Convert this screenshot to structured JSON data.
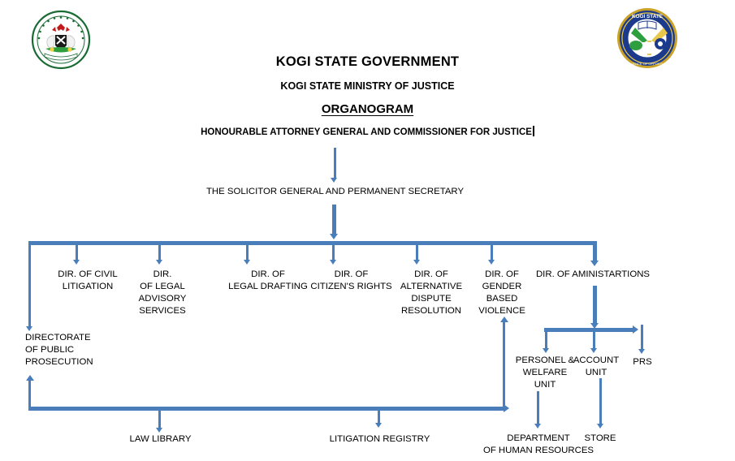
{
  "document": {
    "title_government": "KOGI STATE GOVERNMENT",
    "title_ministry": "KOGI STATE MINISTRY OF JUSTICE",
    "title_organogram": "ORGANOGRAM",
    "title_attorney_general": "HONOURABLE ATTORNEY GENERAL AND COMMISSIONER FOR JUSTICE"
  },
  "logos": {
    "left": {
      "name": "nigeria-coat-of-arms",
      "description": "Coat of Arms of Nigeria"
    },
    "right": {
      "name": "kogi-state-seal",
      "top_text": "KOGI STATE",
      "bottom_text": "CONFLUENCE OF OPPORTUNITIES"
    }
  },
  "chart_data": {
    "type": "diagram",
    "accent_color": "#4a7ebb",
    "root": "HONOURABLE ATTORNEY GENERAL AND COMMISSIONER FOR JUSTICE",
    "level_2": "THE SOLICITOR GENERAL AND PERMANENT SECRETARY",
    "directorates": [
      "DIR. OF CIVIL\nLITIGATION",
      "DIR.\n OF LEGAL\nADVISORY\n SERVICES",
      "DIR. OF\nLEGAL DRAFTING",
      "DIR. OF\nCITIZEN'S RIGHTS",
      "DIR. OF\n ALTERNATIVE\nDISPUTE\n RESOLUTION",
      "DIR. OF\nGENDER\nBASED\nVIOLENCE",
      "DIR. OF AMINISTARTIONS"
    ],
    "left_branch": "DIRECTORATE\nOF PUBLIC\nPROSECUTION",
    "admin_units": [
      "PERSONEL &\nWELFARE\nUNIT",
      "ACCOUNT\nUNIT",
      "PRS"
    ],
    "bottom_units": [
      "LAW LIBRARY",
      "LITIGATION REGISTRY",
      "DEPARTMENT\nOF HUMAN RESOURCES",
      "STORE"
    ]
  },
  "nodes": {
    "solicitor_general": "THE SOLICITOR GENERAL AND PERMANENT SECRETARY",
    "dir_civil_litigation": "DIR. OF CIVIL\nLITIGATION",
    "dir_legal_advisory": "DIR.\n OF LEGAL\nADVISORY\n SERVICES",
    "dir_legal_drafting": "DIR. OF\nLEGAL DRAFTING",
    "dir_citizens_rights": "DIR. OF\nCITIZEN'S RIGHTS",
    "dir_adr": "DIR. OF\n ALTERNATIVE\nDISPUTE\n RESOLUTION",
    "dir_gbv": "DIR. OF\nGENDER\nBASED\nVIOLENCE",
    "dir_administrations": "DIR. OF AMINISTARTIONS",
    "directorate_public_prosecution": "DIRECTORATE\nOF PUBLIC\nPROSECUTION",
    "personnel_welfare_unit": "PERSONEL &\nWELFARE\nUNIT",
    "account_unit": "ACCOUNT\nUNIT",
    "prs": "PRS",
    "law_library": "LAW LIBRARY",
    "litigation_registry": "LITIGATION REGISTRY",
    "dept_human_resources": "DEPARTMENT\nOF HUMAN RESOURCES",
    "store": "STORE"
  }
}
